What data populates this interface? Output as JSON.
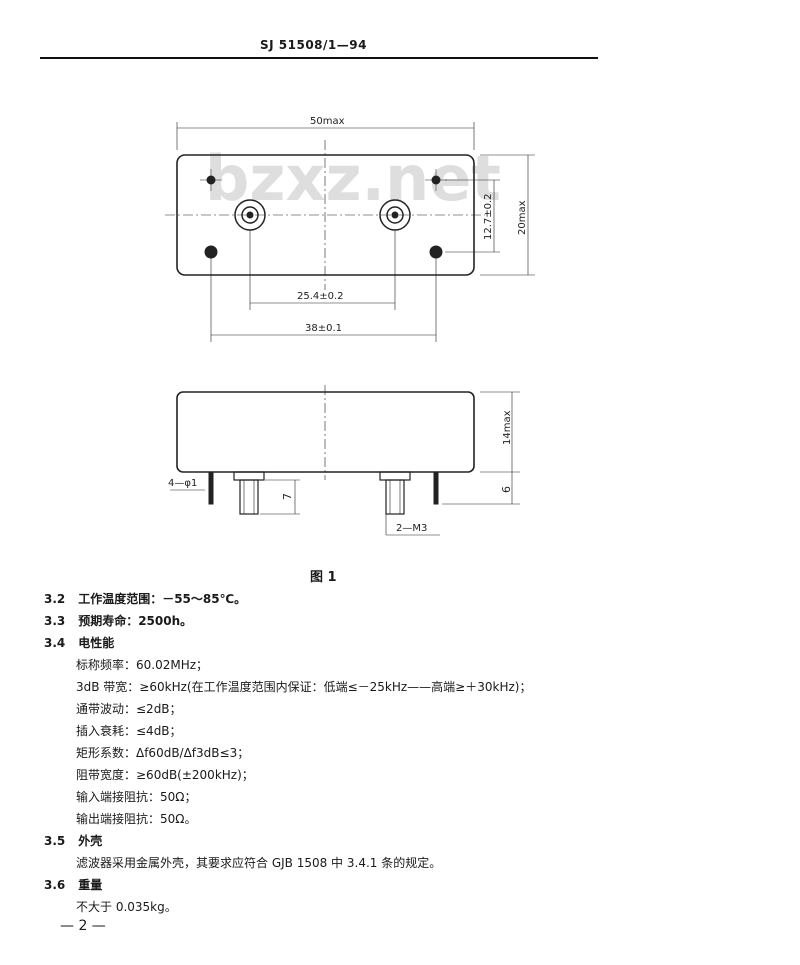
{
  "header": {
    "code": "SJ 51508/1—94"
  },
  "figure": {
    "watermark": "bzxz.net",
    "dims": {
      "width_50": "50max",
      "height_20": "20max",
      "spacing_12_7": "12.7±0.2",
      "spacing_25_4": "25.4±0.2",
      "spacing_38": "38±0.1",
      "height_14": "14max",
      "pin_4": "4—φ1",
      "stud_7": "7",
      "pin_6": "6",
      "stud_m3": "2—M3"
    },
    "caption": "图 1"
  },
  "sections": [
    {
      "num": "3.2",
      "title": "工作温度范围：－55～85℃。"
    },
    {
      "num": "3.3",
      "title": "预期寿命：2500h。"
    },
    {
      "num": "3.4",
      "title": "电性能"
    }
  ],
  "electrical": [
    "标称频率：60.02MHz；",
    "3dB 带宽：≥60kHz(在工作温度范围内保证：低端≤－25kHz——高端≥＋30kHz)；",
    "通带波动：≤2dB；",
    "插入衰耗：≤4dB；",
    "矩形系数：Δf60dB/Δf3dB≤3；",
    "阻带宽度：≥60dB(±200kHz)；",
    "输入端接阻抗：50Ω；",
    "输出端接阻抗：50Ω。"
  ],
  "section_35": {
    "num": "3.5",
    "title": "外壳",
    "body": "滤波器采用金属外壳，其要求应符合 GJB 1508 中 3.4.1 条的规定。"
  },
  "section_36": {
    "num": "3.6",
    "title": "重量",
    "body": "不大于 0.035kg。"
  },
  "page_number": "— 2 —"
}
